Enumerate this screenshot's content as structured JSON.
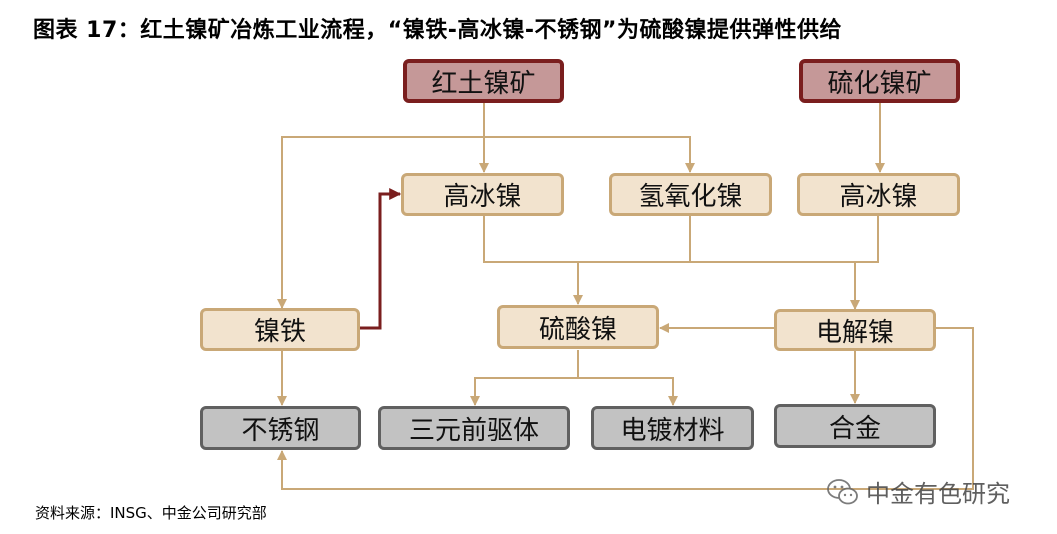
{
  "header": {
    "title": "图表 17：红土镍矿冶炼工业流程，“镍铁-高冰镍-不锈钢”为硫酸镍提供弹性供给"
  },
  "nodes": {
    "laterite_ore": "红土镍矿",
    "sulfide_ore": "硫化镍矿",
    "matte_left": "高冰镍",
    "mhp": "氢氧化镍",
    "matte_right": "高冰镍",
    "ferronickel": "镍铁",
    "nickel_sulfate": "硫酸镍",
    "electrolytic_nickel": "电解镍",
    "stainless_steel": "不锈钢",
    "precursor": "三元前驱体",
    "plating": "电镀材料",
    "alloy": "合金"
  },
  "footer": {
    "source": "资料来源：INSG、中金公司研究部",
    "watermark": "中金有色研究"
  },
  "colors": {
    "arrow_tan": "#c9a877",
    "arrow_dark_red": "#7a1e1e",
    "ore_fill": "#c59898",
    "intermediate_fill": "#f2e3ce",
    "product_fill": "#c2c2c2"
  }
}
